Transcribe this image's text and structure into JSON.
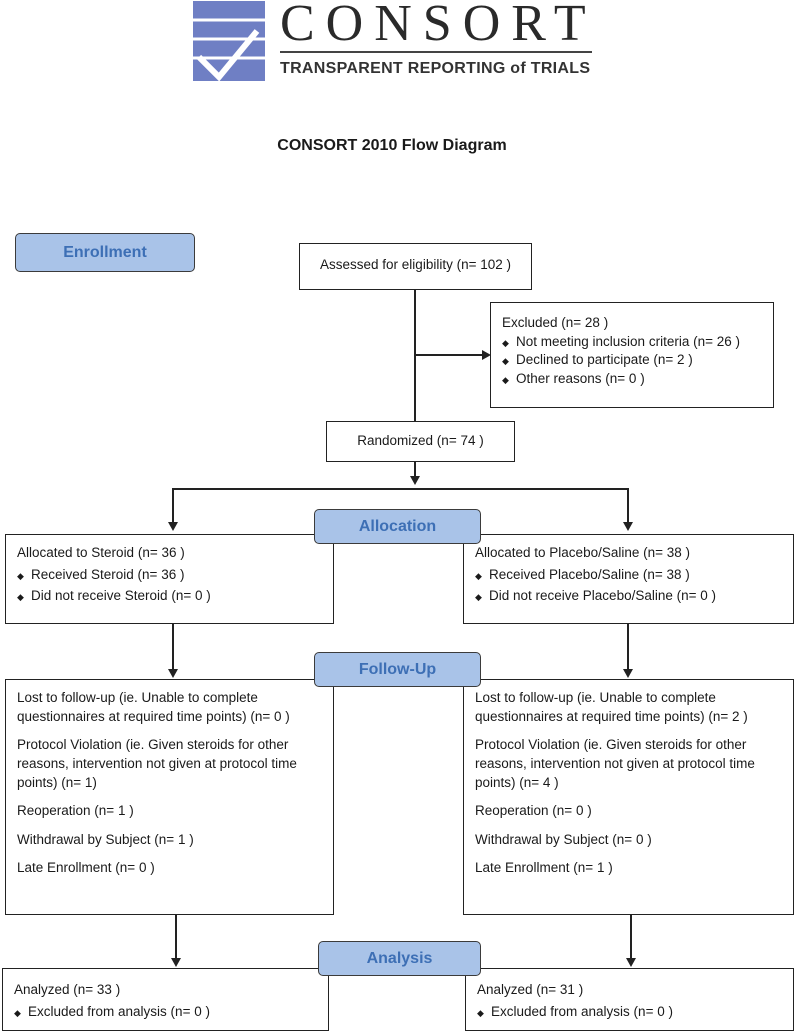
{
  "logo": {
    "name": "CONSORT",
    "tagline": "TRANSPARENT REPORTING of TRIALS"
  },
  "title": "CONSORT 2010 Flow Diagram",
  "stages": {
    "enrollment": "Enrollment",
    "allocation": "Allocation",
    "followup": "Follow-Up",
    "analysis": "Analysis"
  },
  "assessed": "Assessed for eligibility (n= 102 )",
  "excluded": {
    "title": "Excluded  (n= 28  )",
    "items": [
      "Not meeting inclusion criteria (n= 26 )",
      "Declined to participate (n= 2 )",
      "Other reasons (n= 0 )"
    ]
  },
  "randomized": "Randomized (n= 74 )",
  "allocation": {
    "left": {
      "title": "Allocated to Steroid (n= 36 )",
      "items": [
        "Received Steroid (n= 36 )",
        "Did not receive Steroid (n= 0 )"
      ]
    },
    "right": {
      "title": "Allocated to Placebo/Saline (n= 38 )",
      "items": [
        "Received Placebo/Saline (n= 38 )",
        "Did not receive Placebo/Saline (n= 0 )"
      ]
    }
  },
  "followup": {
    "left": {
      "lost": "Lost to follow-up (ie. Unable to complete questionnaires at required time points) (n= 0 )",
      "protocol": "Protocol Violation (ie. Given steroids for other reasons, intervention not given at protocol time points) (n= 1)",
      "reoperation": "Reoperation (n= 1 )",
      "withdrawal": "Withdrawal by Subject (n= 1 )",
      "late": "Late Enrollment (n= 0 )"
    },
    "right": {
      "lost": "Lost to follow-up (ie. Unable to complete questionnaires at required time points) (n= 2 )",
      "protocol": "Protocol Violation (ie. Given steroids for other reasons, intervention not given at protocol time points) (n= 4 )",
      "reoperation": "Reoperation (n= 0 )",
      "withdrawal": "Withdrawal by Subject (n= 0 )",
      "late": "Late Enrollment (n= 1 )"
    }
  },
  "analysis": {
    "left": {
      "title": "Analyzed  (n= 33 )",
      "items": [
        "Excluded from analysis (n= 0 )"
      ]
    },
    "right": {
      "title": "Analyzed  (n= 31 )",
      "items": [
        "Excluded from analysis (n= 0 )"
      ]
    }
  }
}
